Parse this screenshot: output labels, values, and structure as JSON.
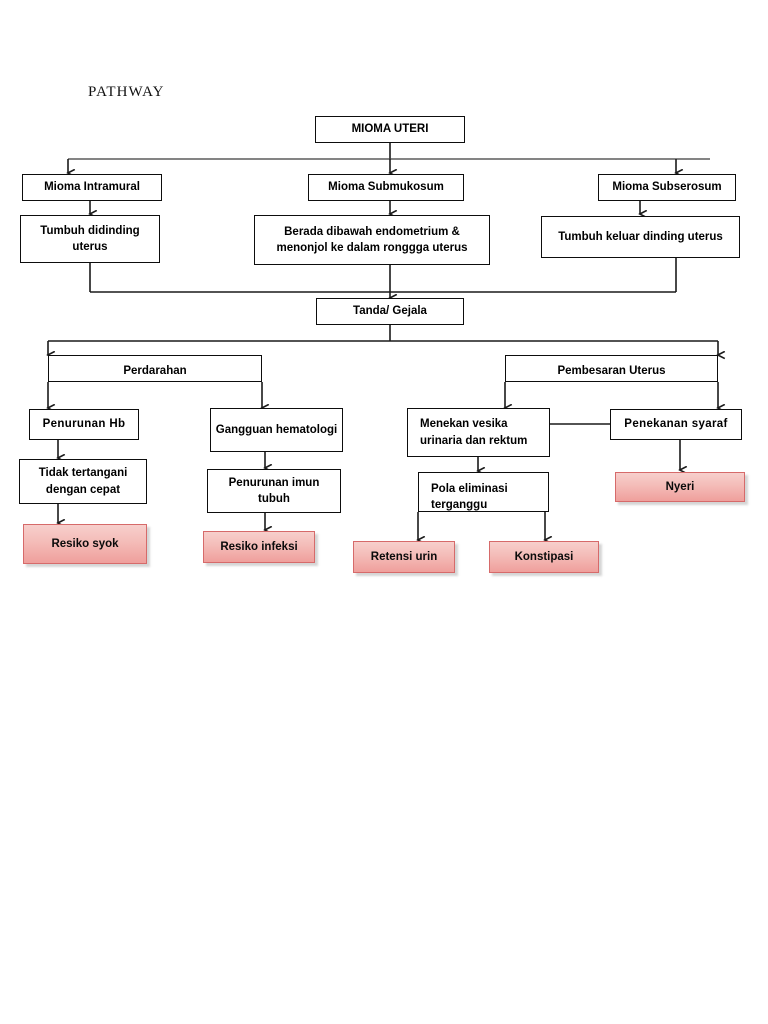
{
  "document": {
    "title": "PATHWAY",
    "background_color": "#ffffff"
  },
  "theme": {
    "box_border_color": "#0d0d0d",
    "box_fill_color": "#ffffff",
    "connector_color": "#1a1a1a",
    "outcome_fill_top": "#f7cfcc",
    "outcome_fill_bottom": "#ef9f9c",
    "outcome_border_color": "#d66a6a",
    "text_color": "#000000"
  },
  "chart_data": {
    "type": "diagram",
    "title": "PATHWAY",
    "subtype": "clinical-pathway-flowchart",
    "root": "MIOMA UTERI",
    "nodes": [
      {
        "id": "root",
        "label": "MIOMA UTERI",
        "kind": "process"
      },
      {
        "id": "intramural",
        "label": "Mioma Intramural",
        "kind": "process"
      },
      {
        "id": "submukosum",
        "label": "Mioma Submukosum",
        "kind": "process"
      },
      {
        "id": "subserosum",
        "label": "Mioma Subserosum",
        "kind": "process"
      },
      {
        "id": "tumbuh-di",
        "label": "Tumbuh didinding uterus",
        "kind": "process"
      },
      {
        "id": "berada",
        "label": "Berada dibawah endometrium & menonjol ke dalam ronggga uterus",
        "kind": "process"
      },
      {
        "id": "tumbuh-keluar",
        "label": "Tumbuh keluar dinding uterus",
        "kind": "process"
      },
      {
        "id": "tanda",
        "label": "Tanda/ Gejala",
        "kind": "process"
      },
      {
        "id": "perdarahan",
        "label": "Perdarahan",
        "kind": "split"
      },
      {
        "id": "pembesaran",
        "label": "Pembesaran Uterus",
        "kind": "split"
      },
      {
        "id": "penurunan-hb",
        "label": "Penurunan Hb",
        "kind": "process"
      },
      {
        "id": "gangguan",
        "label": "Gangguan hematologi",
        "kind": "process"
      },
      {
        "id": "menekan",
        "label": "Menekan vesika urinaria dan rektum",
        "kind": "process"
      },
      {
        "id": "penekanan",
        "label": "Penekanan syaraf",
        "kind": "process"
      },
      {
        "id": "tidak",
        "label": "Tidak tertangani dengan cepat",
        "kind": "process"
      },
      {
        "id": "penurunan-imun",
        "label": "Penurunan imun tubuh",
        "kind": "process"
      },
      {
        "id": "pola",
        "label": "Pola eliminasi terganggu",
        "kind": "split"
      },
      {
        "id": "resiko-syok",
        "label": "Resiko syok",
        "kind": "outcome"
      },
      {
        "id": "resiko-infeksi",
        "label": "Resiko infeksi",
        "kind": "outcome"
      },
      {
        "id": "retensi",
        "label": "Retensi urin",
        "kind": "outcome"
      },
      {
        "id": "konstipasi",
        "label": "Konstipasi",
        "kind": "outcome"
      },
      {
        "id": "nyeri",
        "label": "Nyeri",
        "kind": "outcome"
      }
    ],
    "edges": [
      {
        "from": "root",
        "to": "intramural",
        "arrow": true
      },
      {
        "from": "root",
        "to": "submukosum",
        "arrow": true
      },
      {
        "from": "root",
        "to": "subserosum",
        "arrow": true
      },
      {
        "from": "intramural",
        "to": "tumbuh-di",
        "arrow": true
      },
      {
        "from": "submukosum",
        "to": "berada",
        "arrow": true
      },
      {
        "from": "subserosum",
        "to": "tumbuh-keluar",
        "arrow": true
      },
      {
        "from": "tumbuh-di",
        "to": "tanda",
        "arrow": true
      },
      {
        "from": "berada",
        "to": "tanda",
        "arrow": true
      },
      {
        "from": "tumbuh-keluar",
        "to": "tanda",
        "arrow": true
      },
      {
        "from": "tanda",
        "to": "perdarahan",
        "arrow": true
      },
      {
        "from": "tanda",
        "to": "pembesaran",
        "arrow": true
      },
      {
        "from": "perdarahan",
        "to": "penurunan-hb",
        "arrow": true
      },
      {
        "from": "perdarahan",
        "to": "gangguan",
        "arrow": true
      },
      {
        "from": "pembesaran",
        "to": "menekan",
        "arrow": true
      },
      {
        "from": "pembesaran",
        "to": "penekanan",
        "arrow": true
      },
      {
        "from": "penurunan-hb",
        "to": "tidak",
        "arrow": true
      },
      {
        "from": "gangguan",
        "to": "penurunan-imun",
        "arrow": true
      },
      {
        "from": "menekan",
        "to": "penekanan",
        "arrow": false
      },
      {
        "from": "menekan",
        "to": "pola",
        "arrow": true
      },
      {
        "from": "tidak",
        "to": "resiko-syok",
        "arrow": true
      },
      {
        "from": "penurunan-imun",
        "to": "resiko-infeksi",
        "arrow": true
      },
      {
        "from": "pola",
        "to": "retensi",
        "arrow": true
      },
      {
        "from": "pola",
        "to": "konstipasi",
        "arrow": true
      },
      {
        "from": "penekanan",
        "to": "nyeri",
        "arrow": true
      }
    ]
  },
  "labels": {
    "root": "MIOMA UTERI",
    "intramural": "Mioma Intramural",
    "submukosum": "Mioma Submukosum",
    "subserosum": "Mioma Subserosum",
    "tumbuh_didinding": "Tumbuh didinding uterus",
    "berada_dibawah": "Berada dibawah endometrium & menonjol ke dalam ronggga uterus",
    "tumbuh_keluar": "Tumbuh keluar dinding uterus",
    "tanda_gejala": "Tanda/ Gejala",
    "perdarahan": "Perdarahan",
    "pembesaran_uterus": "Pembesaran Uterus",
    "penurunan_hb": "Penurunan Hb",
    "gangguan_hematologi": "Gangguan hematologi",
    "menekan_vesika": "Menekan vesika urinaria dan rektum",
    "penekanan_syaraf": "Penekanan syaraf",
    "tidak_tertangani": "Tidak tertangani dengan cepat",
    "penurunan_imun": "Penurunan imun tubuh",
    "pola_eliminasi": "Pola eliminasi terganggu",
    "resiko_syok": "Resiko syok",
    "resiko_infeksi": "Resiko infeksi",
    "retensi_urin": "Retensi urin",
    "konstipasi": "Konstipasi",
    "nyeri": "Nyeri"
  }
}
